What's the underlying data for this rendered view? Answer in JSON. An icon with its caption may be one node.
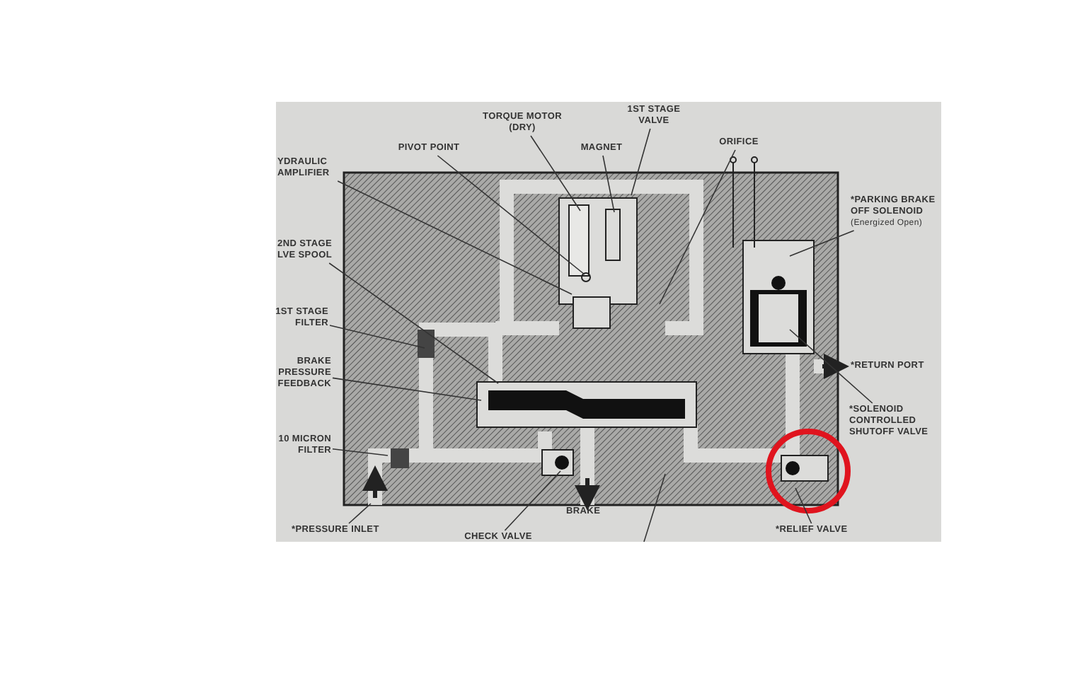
{
  "diagram": {
    "nodes": [
      {
        "text": [
          "TORQUE MOTOR (DRY)"
        ]
      },
      {
        "text": [
          "1ST STAGE VALVE"
        ]
      },
      {
        "text": [
          "MAGNET"
        ]
      },
      {
        "text": [
          "PIVOT POINT"
        ]
      },
      {
        "text": [
          "ORIFICE"
        ]
      },
      {
        "text": [
          "YDRAULIC AMPLIFIER"
        ]
      },
      {
        "text": [
          "2ND STAGE LVE SPOOL"
        ]
      },
      {
        "text": [
          "1ST STAGE FILTER"
        ]
      },
      {
        "text": [
          "BRAKE PRESSURE FEEDBACK"
        ]
      },
      {
        "text": [
          "10 MICRON FILTER"
        ]
      },
      {
        "text": [
          "*PRESSURE INLET"
        ]
      },
      {
        "text": [
          "CHECK VALVE"
        ]
      },
      {
        "text": [
          "*PARKING BRAKE OFF SOLENOID",
          "(Energized Open)"
        ]
      },
      {
        "text": [
          "*SOLENOID CONTROLLED SHUTOFF VALVE"
        ]
      },
      {
        "text": [
          "*RELIEF VALVE"
        ]
      }
    ],
    "edges": [
      {
        "from": 0,
        "to": null,
        "arrow": "none"
      },
      {
        "from": 1,
        "to": null,
        "arrow": "none"
      },
      {
        "from": 2,
        "to": null,
        "arrow": "none"
      },
      {
        "from": 3,
        "to": null,
        "arrow": "none"
      },
      {
        "from": 4,
        "to": null,
        "arrow": "none"
      },
      {
        "from": 5,
        "to": null,
        "arrow": "none"
      },
      {
        "from": 6,
        "to": null,
        "arrow": "none"
      },
      {
        "from": 7,
        "to": null,
        "arrow": "none"
      },
      {
        "from": 8,
        "to": null,
        "arrow": "none"
      },
      {
        "from": 9,
        "to": null,
        "arrow": "none"
      },
      {
        "from": 10,
        "to": null,
        "arrow": "none"
      },
      {
        "from": 11,
        "to": null,
        "arrow": "none"
      },
      {
        "from": 12,
        "to": null,
        "arrow": "none"
      },
      {
        "from": 13,
        "to": null,
        "arrow": "none"
      },
      {
        "from": 14,
        "to": null,
        "arrow": "none"
      }
    ],
    "labels": [
      "*RETURN PORT",
      "BRAKE"
    ]
  }
}
